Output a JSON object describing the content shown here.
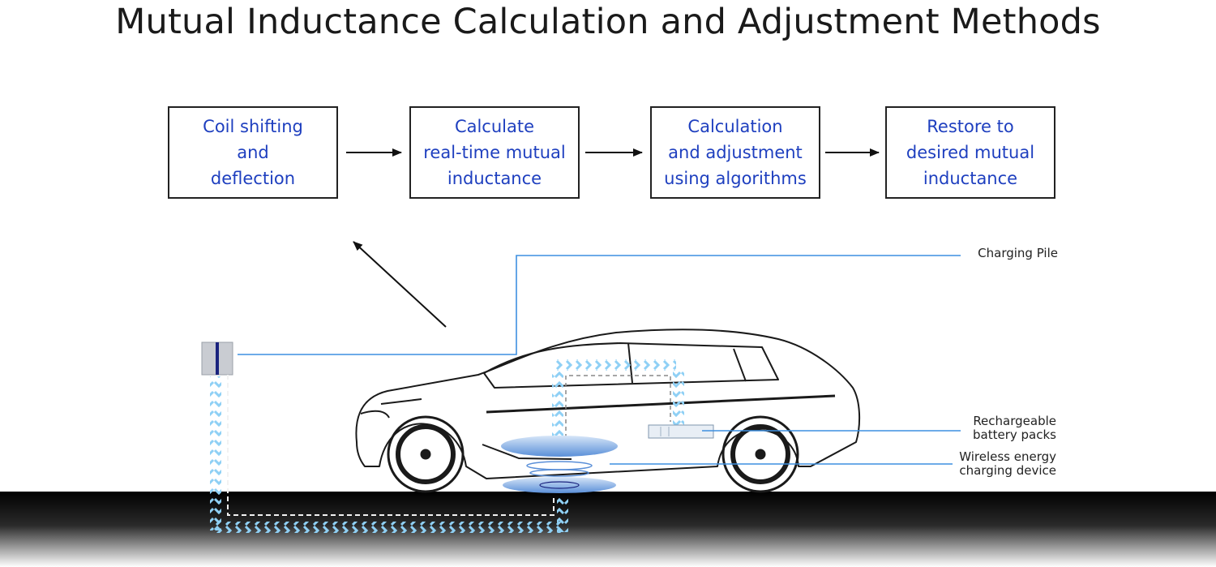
{
  "title": "Mutual Inductance Calculation and Adjustment Methods",
  "steps": [
    {
      "lines": [
        "Coil shifting",
        "and",
        "deflection"
      ]
    },
    {
      "lines": [
        "Calculate",
        "real-time mutual",
        "inductance"
      ]
    },
    {
      "lines": [
        "Calculation",
        "and adjustment",
        "using algorithms"
      ]
    },
    {
      "lines": [
        "Restore to",
        "desired mutual",
        "inductance"
      ]
    }
  ],
  "labels": {
    "charging_pile": "Charging Pile",
    "battery": [
      "Rechargeable",
      "battery packs"
    ],
    "wireless": [
      "Wireless energy",
      "charging device"
    ]
  },
  "colors": {
    "step_text": "#1e3fbf",
    "leader_line": "#3d8fe0",
    "energy_flow": "#8fd0f5",
    "coil": "#5a8fd8"
  }
}
